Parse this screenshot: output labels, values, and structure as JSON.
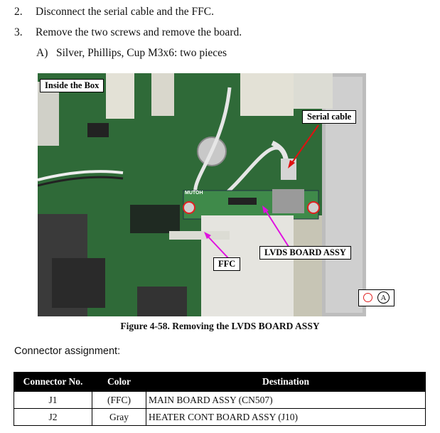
{
  "steps": [
    {
      "num": "2.",
      "text": "Disconnect the serial cable and the FFC."
    },
    {
      "num": "3.",
      "text": "Remove the two screws and remove the board."
    }
  ],
  "substep": {
    "num": "A)",
    "text": "Silver, Phillips, Cup M3x6: two pieces"
  },
  "figure": {
    "label_inside": "Inside the Box",
    "label_serial": "Serial cable",
    "label_lvds": "LVDS BOARD ASSY",
    "label_ffc": "FFC",
    "board_brand": "MUTOH",
    "marker_letter": "A",
    "caption": "Figure 4-58.  Removing the LVDS BOARD ASSY",
    "colors": {
      "arrow_serial": "#e01010",
      "arrow_magenta": "#e010e0",
      "screw_ring": "#e02020",
      "board": "#2f6a38"
    }
  },
  "section_title": "Connector assignment:",
  "table": {
    "headers": [
      "Connector No.",
      "Color",
      "Destination"
    ],
    "rows": [
      {
        "conn": "J1",
        "color": "(FFC)",
        "dest": "MAIN BOARD ASSY (CN507)"
      },
      {
        "conn": "J2",
        "color": "Gray",
        "dest": "HEATER CONT BOARD ASSY (J10)"
      }
    ]
  }
}
